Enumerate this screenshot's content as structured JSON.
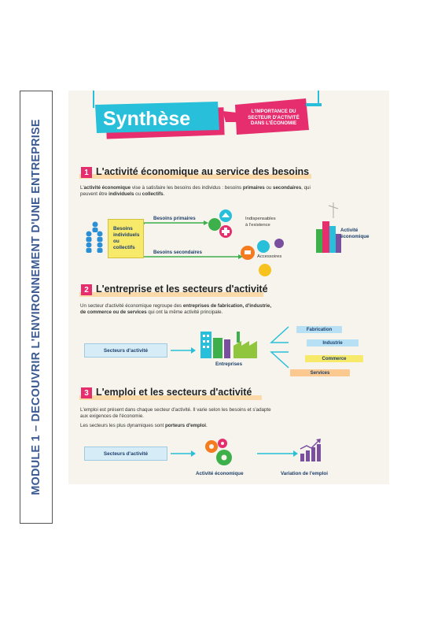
{
  "sidebar": {
    "module_title": "MODULE 1 – DECOUVRIR L'ENVIRONNEMENT D'UNE ENTREPRISE"
  },
  "banner": {
    "title": "Synthèse",
    "subtitle": [
      "L'IMPORTANCE DU",
      "SECTEUR D'ACTIVITÉ",
      "DANS L'ÉCONOMIE"
    ]
  },
  "section1": {
    "number": "1",
    "title": "L'activité économique au service des besoins",
    "text_parts": [
      "L'",
      "activité économique",
      " vise à satisfaire les besoins des individus : besoins ",
      "primaires",
      " ou ",
      "secondaires",
      ", qui peuvent être ",
      "individuels",
      " ou ",
      "collectifs",
      "."
    ],
    "box_lines": [
      "Besoins",
      "individuels",
      "ou",
      "collectifs"
    ],
    "primary_label": "Besoins primaires",
    "secondary_label": "Besoins secondaires",
    "indispensable_lines": [
      "Indispensables",
      "à l'existence"
    ],
    "accessoires_label": "Accessoires",
    "activity_lines": [
      "Activité",
      "économique"
    ]
  },
  "section2": {
    "number": "2",
    "title": "L'entreprise et les secteurs d'activité",
    "text_parts": [
      "Un secteur d'activité économique regroupe des ",
      "entreprises de fabrication, d'industrie,",
      " ",
      "de commerce ou de services",
      " qui ont la même activité principale."
    ],
    "box_label": "Secteurs d'activité",
    "entreprises_label": "Entreprises",
    "tags": [
      "Fabrication",
      "Industrie",
      "Commerce",
      "Services"
    ]
  },
  "section3": {
    "number": "3",
    "title": "L'emploi et les secteurs d'activité",
    "line1": "L'emploi est présent dans chaque secteur d'activité. Il varie selon les besoins et s'adapte",
    "line2": "aux exigences de l'économie.",
    "line3_parts": [
      "Les secteurs les plus dynamiques sont ",
      "porteurs d'emploi",
      "."
    ],
    "box_label": "Secteurs d'activité",
    "activity_label": "Activité économique",
    "variation_label": "Variation de l'emploi"
  },
  "colors": {
    "accent_pink": "#e62d6e",
    "banner_teal": "#27bfd9",
    "side_text_blue": "#3b5a92",
    "arrow_green": "#3db04b",
    "box_blue": "#d6ecf7",
    "panel_bg": "#f6f4ec"
  }
}
